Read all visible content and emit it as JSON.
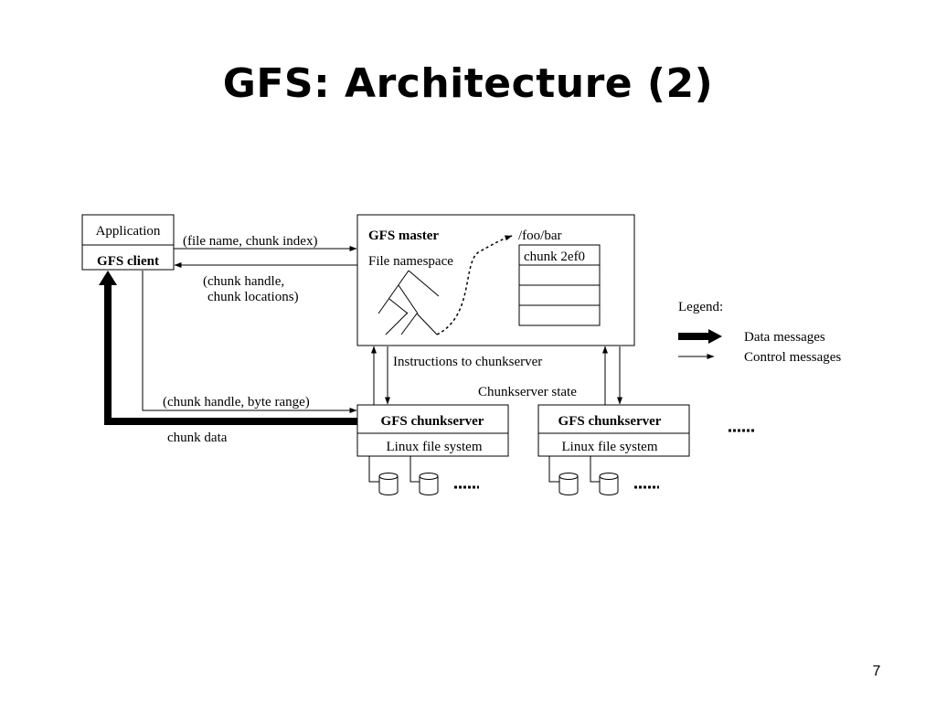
{
  "slide": {
    "title": "GFS: Architecture (2)",
    "page_number": "7"
  },
  "client": {
    "application": "Application",
    "gfs_client": "GFS client"
  },
  "master": {
    "title": "GFS master",
    "file_namespace": "File namespace",
    "path": "/foo/bar",
    "chunk_entry": "chunk 2ef0"
  },
  "messages": {
    "request": "(file name, chunk index)",
    "reply_line1": "(chunk handle,",
    "reply_line2": "chunk locations)",
    "instructions": "Instructions to chunkserver",
    "state": "Chunkserver state",
    "read_request": "(chunk handle, byte range)",
    "chunk_data": "chunk data"
  },
  "chunkservers": [
    {
      "title": "GFS chunkserver",
      "fs": "Linux file system"
    },
    {
      "title": "GFS chunkserver",
      "fs": "Linux file system"
    }
  ],
  "legend": {
    "title": "Legend:",
    "data": "Data messages",
    "control": "Control messages"
  }
}
